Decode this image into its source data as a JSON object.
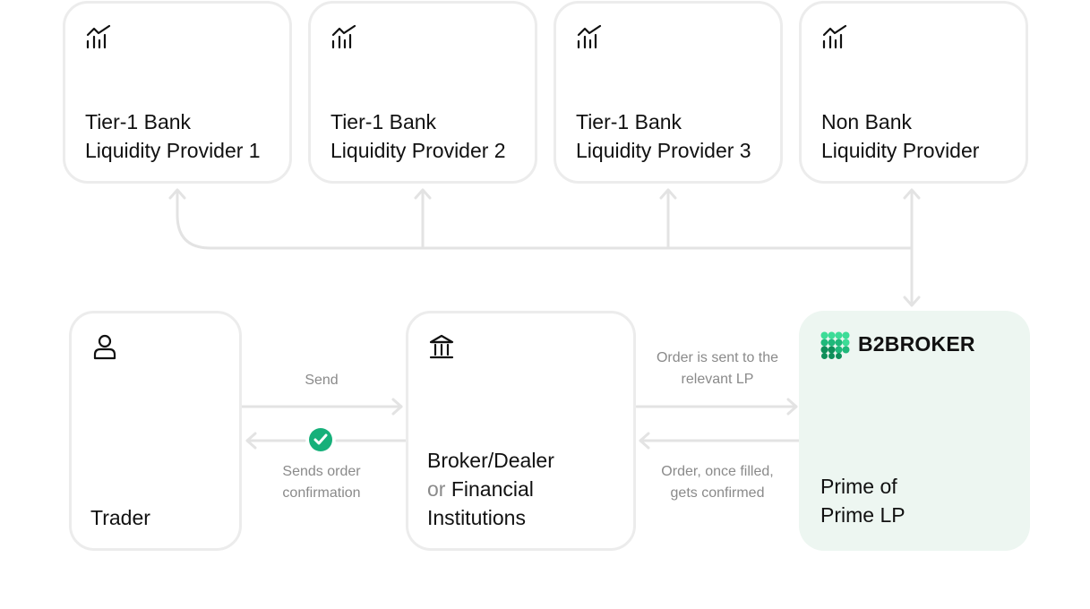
{
  "providers": [
    {
      "line1": "Tier-1 Bank",
      "line2": "Liquidity Provider 1",
      "icon": "chart-icon"
    },
    {
      "line1": "Tier-1 Bank",
      "line2": "Liquidity Provider 2",
      "icon": "chart-icon"
    },
    {
      "line1": "Tier-1 Bank",
      "line2": "Liquidity Provider 3",
      "icon": "chart-icon"
    },
    {
      "line1": "Non Bank",
      "line2": "Liquidity Provider",
      "icon": "chart-icon"
    }
  ],
  "trader": {
    "label": "Trader",
    "icon": "user-icon"
  },
  "broker": {
    "line1": "Broker/Dealer",
    "line2_prefix": "or",
    "line2_rest": "Financial",
    "line3": "Institutions",
    "icon": "bank-icon"
  },
  "prime": {
    "brand": "B2BROKER",
    "line1": "Prime of",
    "line2": "Prime LP",
    "background": "#edf6f1",
    "logo_colors": [
      "#3ddc97",
      "#1fb87a",
      "#0f8f5a"
    ]
  },
  "connectors": {
    "send": "Send",
    "confirmation_line1": "Sends order",
    "confirmation_line2": "confirmation",
    "order_sent_line1": "Order is sent to the",
    "order_sent_line2": "relevant LP",
    "order_filled_line1": "Order, once filled,",
    "order_filled_line2": "gets confirmed"
  },
  "colors": {
    "card_border": "#ececec",
    "connector": "#e3e3e3",
    "check_green": "#16b07a",
    "muted_text": "#8a8a8a"
  }
}
